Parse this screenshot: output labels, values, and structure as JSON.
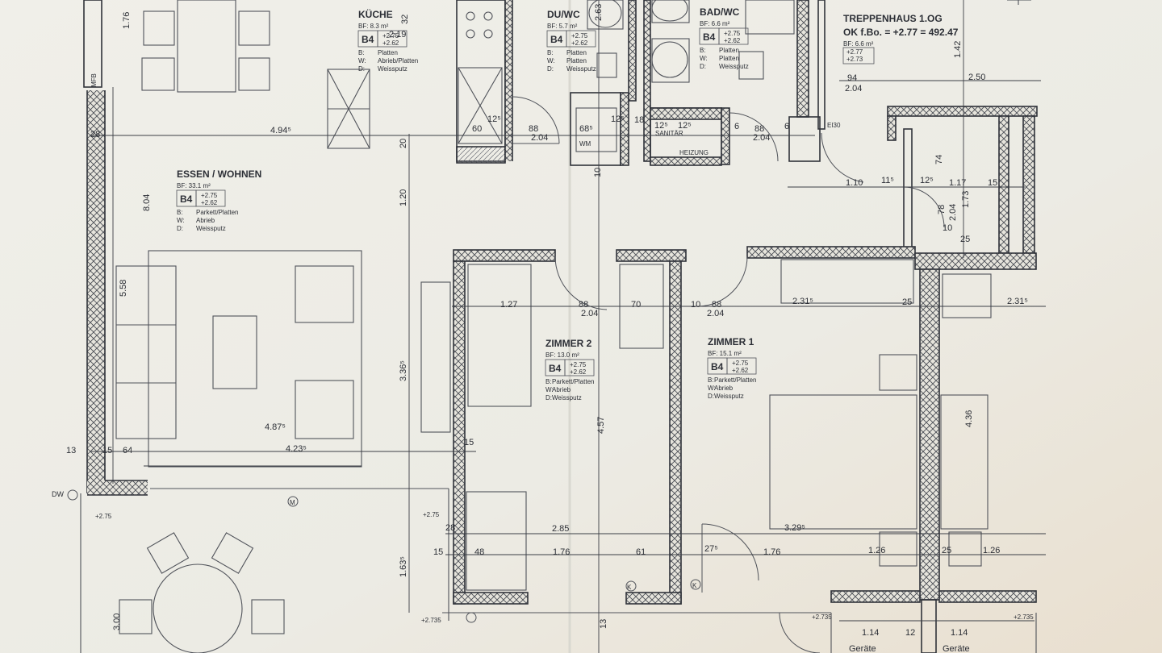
{
  "rooms": [
    {
      "name": "KÜCHE",
      "area": "BF:  8.3 m²",
      "code": "B4",
      "h1": "+2.75",
      "h2": "+2.62",
      "finish": [
        [
          "B:",
          "Platten"
        ],
        [
          "W:",
          "Abrieb/Platten"
        ],
        [
          "D:",
          "Weissputz"
        ]
      ]
    },
    {
      "name": "DU/WC",
      "area": "BF:  5.7 m²",
      "code": "B4",
      "h1": "+2.75",
      "h2": "+2.62",
      "finish": [
        [
          "B:",
          "Platten"
        ],
        [
          "W:",
          "Platten"
        ],
        [
          "D:",
          "Weissputz"
        ]
      ]
    },
    {
      "name": "BAD/WC",
      "area": "BF:  6.6 m²",
      "code": "B4",
      "h1": "+2.75",
      "h2": "+2.62",
      "finish": [
        [
          "B:",
          "Platten"
        ],
        [
          "W:",
          "Platten"
        ],
        [
          "D:",
          "Weissputz"
        ]
      ]
    },
    {
      "name": "ESSEN / WOHNEN",
      "area": "BF:  33.1 m²",
      "code": "B4",
      "h1": "+2.75",
      "h2": "+2.62",
      "finish": [
        [
          "B:",
          "Parkett/Platten"
        ],
        [
          "W:",
          "Abrieb"
        ],
        [
          "D:",
          "Weissputz"
        ]
      ]
    },
    {
      "name": "ZIMMER 2",
      "area": "BF:  13.0 m²",
      "code": "B4",
      "h1": "+2.75",
      "h2": "+2.62",
      "finish": [
        [
          "B:",
          "Parkett/Platten"
        ],
        [
          "W:",
          "Abrieb"
        ],
        [
          "D:",
          "Weissputz"
        ]
      ]
    },
    {
      "name": "ZIMMER 1",
      "area": "BF:  15.1 m²",
      "code": "B4",
      "h1": "+2.75",
      "h2": "+2.62",
      "finish": [
        [
          "B:",
          "Parkett/Platten"
        ],
        [
          "W:",
          "Abrieb"
        ],
        [
          "D:",
          "Weissputz"
        ]
      ]
    }
  ],
  "stair": {
    "title": "TREPPENHAUS  1.OG",
    "ok": "OK f.Bo. = +2.77 = 492.47",
    "area": "BF:  6.6 m²",
    "h1": "+2.77",
    "h2": "+2.73"
  },
  "dims": [
    "1.76",
    "4.94⁵",
    "8.04",
    "5.58",
    "4.87⁵",
    "4.23⁵",
    "1.20",
    "3.36⁵",
    "1.63⁵",
    "2.63",
    "1.42",
    "2.50",
    "94",
    "2.04",
    "88",
    "2.04",
    "88",
    "2.04",
    "60",
    "12⁵",
    "68⁵",
    "12⁵",
    "18",
    "12⁵",
    "12⁵",
    "6",
    "6",
    "1.27",
    "88",
    "2.04",
    "70",
    "10",
    "88",
    "2.04",
    "2.31⁵",
    "25",
    "2.31⁵",
    "4.57",
    "4.36",
    "2.85",
    "3.29⁵",
    "1.76",
    "61",
    "27⁵",
    "1.76",
    "1.26",
    "25",
    "1.26",
    "48",
    "1.14",
    "12",
    "1.14",
    "1.10",
    "11⁵",
    "12⁵",
    "1.17",
    "74",
    "78",
    "2.04",
    "1.73",
    "10",
    "15",
    "28",
    "13",
    "15",
    "64",
    "3.00",
    "13",
    "15",
    "20",
    "10",
    "25",
    "28",
    "15",
    "32",
    "2.19"
  ],
  "marks": [
    "MFB",
    "WM",
    "SANITÄR",
    "HEIZUNG",
    "EI30",
    "DW",
    "M",
    "K",
    "K",
    "+2.75",
    "+2.75",
    "+2.735",
    "+2.735",
    "+2.735",
    "Geräte",
    "Geräte"
  ]
}
